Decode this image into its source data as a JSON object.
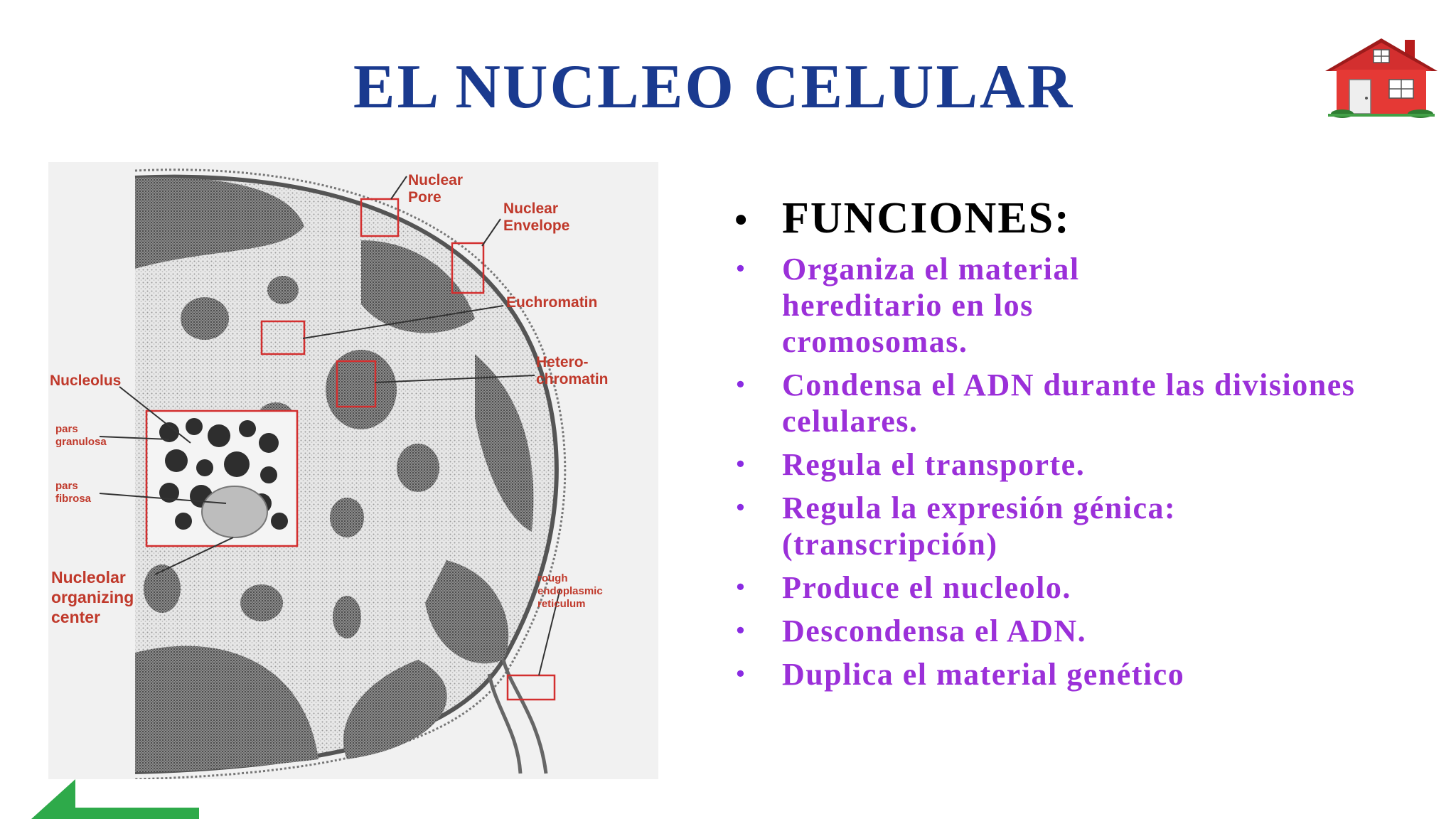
{
  "slide": {
    "title": "EL NUCLEO CELULAR",
    "functions_heading": "FUNCIONES:",
    "functions": [
      "Organiza el material hereditario  en los cromosomas.",
      "Condensa el ADN durante las divisiones celulares.",
      "Regula el transporte.",
      "Regula la expresión génica: (transcripción)",
      "Produce el nucleolo.",
      "Descondensa el ADN.",
      "Duplica el material genético"
    ]
  },
  "diagram": {
    "labels": {
      "nuclear_pore": [
        "Nuclear",
        "Pore"
      ],
      "nuclear_envelope": [
        "Nuclear",
        "Envelope"
      ],
      "euchromatin": "Euchromatin",
      "heterochromatin": [
        "Hetero-",
        "chromatin"
      ],
      "nucleolus": "Nucleolus",
      "pars_granulosa": [
        "pars",
        "granulosa"
      ],
      "pars_fibrosa": [
        "pars",
        "fibrosa"
      ],
      "nucleolar_organizing_center": [
        "Nucleolar",
        "organizing",
        "center"
      ],
      "rough_er": [
        "rough",
        "endoplasmic",
        "reticulum"
      ]
    }
  },
  "colors": {
    "title": "#1a3a8f",
    "function_text": "#9b30d9",
    "diagram_label": "#c0392b",
    "back_arrow": "#2eaa4a",
    "house_red": "#d32f2f"
  },
  "icons": {
    "home": "house-icon",
    "back": "left-arrow-icon"
  }
}
